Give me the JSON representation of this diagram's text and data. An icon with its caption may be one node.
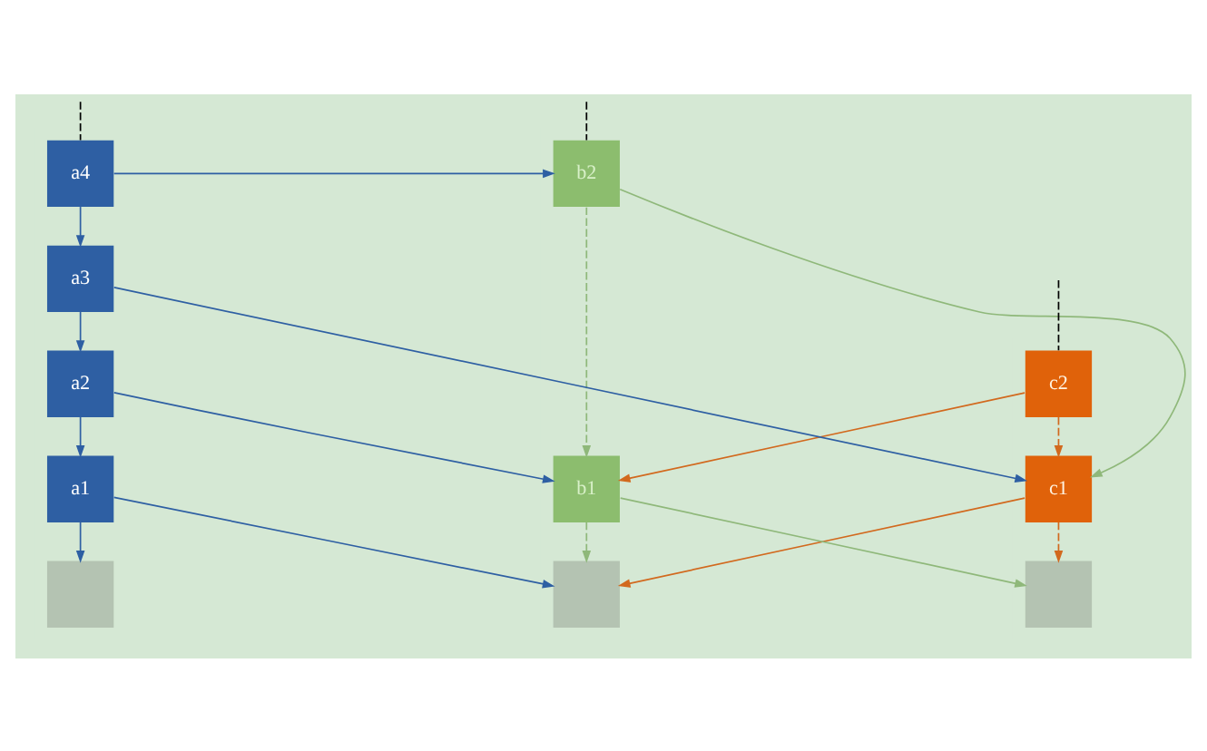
{
  "diagram": {
    "nodes": [
      {
        "text": [
          "a4"
        ]
      },
      {
        "text": [
          "a3"
        ]
      },
      {
        "text": [
          "a2"
        ]
      },
      {
        "text": [
          "a1"
        ]
      },
      {
        "text": [],
        "shape": "box"
      },
      {
        "text": [
          "b2"
        ]
      },
      {
        "text": [
          "b1"
        ]
      },
      {
        "text": [],
        "shape": "box"
      },
      {
        "text": [
          "c2"
        ]
      },
      {
        "text": [
          "c1"
        ]
      },
      {
        "text": [],
        "shape": "box"
      }
    ],
    "edges": [
      {
        "from": null,
        "to": 0,
        "arrow": "none",
        "style": "dashed",
        "color": "#000000"
      },
      {
        "from": null,
        "to": 5,
        "arrow": "none",
        "style": "dashed",
        "color": "#000000"
      },
      {
        "from": null,
        "to": 8,
        "arrow": "none",
        "style": "dashed",
        "color": "#000000"
      },
      {
        "from": 0,
        "to": 1,
        "arrow": "to"
      },
      {
        "from": 1,
        "to": 2,
        "arrow": "to"
      },
      {
        "from": 2,
        "to": 3,
        "arrow": "to"
      },
      {
        "from": 3,
        "to": 4,
        "arrow": "to"
      },
      {
        "from": 0,
        "to": 5,
        "arrow": "to"
      },
      {
        "from": 1,
        "to": 9,
        "arrow": "to"
      },
      {
        "from": 2,
        "to": 6,
        "arrow": "to"
      },
      {
        "from": 3,
        "to": 7,
        "arrow": "to"
      },
      {
        "from": 5,
        "to": 6,
        "arrow": "to",
        "style": "dashed",
        "color": "#8fb87a"
      },
      {
        "from": 5,
        "to": 9,
        "arrow": "to",
        "color": "#8fb87a"
      },
      {
        "from": 6,
        "to": 7,
        "arrow": "to",
        "style": "dashed",
        "color": "#8fb87a"
      },
      {
        "from": 6,
        "to": 10,
        "arrow": "to",
        "color": "#8fb87a"
      },
      {
        "from": 8,
        "to": 9,
        "arrow": "to",
        "style": "dashed",
        "color": "#d2691e"
      },
      {
        "from": 8,
        "to": 6,
        "arrow": "to",
        "color": "#d2691e"
      },
      {
        "from": 9,
        "to": 10,
        "arrow": "to",
        "style": "dashed",
        "color": "#d2691e"
      },
      {
        "from": 9,
        "to": 7,
        "arrow": "to",
        "color": "#d2691e"
      }
    ]
  }
}
